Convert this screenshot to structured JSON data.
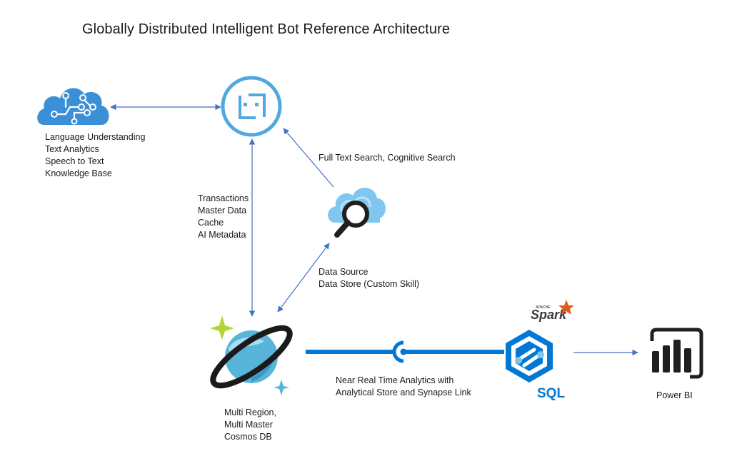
{
  "title": "Globally Distributed Intelligent Bot Reference Architecture",
  "nodes": {
    "cognitive": {
      "icon": "brain-cloud-icon",
      "lines": [
        "Language Understanding",
        "Text Analytics",
        "Speech to Text",
        "Knowledge Base"
      ]
    },
    "bot": {
      "icon": "bot-service-icon"
    },
    "search": {
      "icon": "cloud-search-icon"
    },
    "cosmos": {
      "icon": "cosmos-db-icon",
      "lines": [
        "Multi Region,",
        "Multi Master",
        "Cosmos DB"
      ]
    },
    "synapse": {
      "icon": "synapse-sql-icon",
      "sql_text": "SQL",
      "spark_text": "Spark",
      "apache_text": "APACHE"
    },
    "powerbi": {
      "icon": "power-bi-icon",
      "label": "Power BI"
    }
  },
  "edges": {
    "bot_cosmos": [
      "Transactions",
      "Master Data",
      "Cache",
      "AI Metadata"
    ],
    "search_bot": "Full Text Search, Cognitive Search",
    "cosmos_search": [
      "Data Source",
      "Data Store (Custom Skill)"
    ],
    "cosmos_synapse": [
      "Near Real Time Analytics with",
      "Analytical Store and Synapse Link"
    ]
  },
  "colors": {
    "azure_blue": "#0078d4",
    "arrow": "#4472c4",
    "bot_ring": "#50a8e0",
    "cloud_light": "#7fc7f0",
    "planet": "#59b4d9",
    "sparkle_green": "#b4d334",
    "spark_orange": "#e25a1c",
    "powerbi_dark": "#1f1f1f"
  }
}
